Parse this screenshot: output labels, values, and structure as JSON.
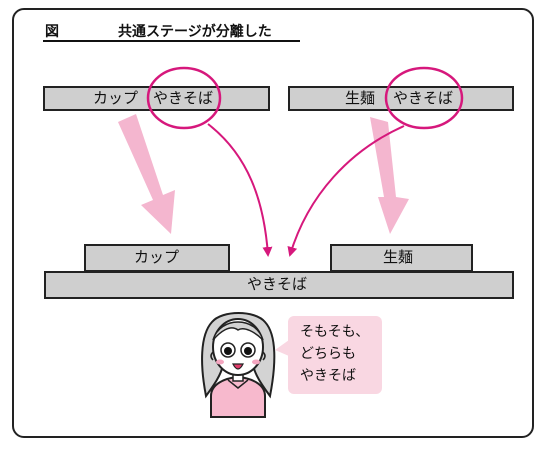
{
  "figure": {
    "label": "図",
    "title": "共通ステージが分離した"
  },
  "top_left": {
    "part1": "カップ",
    "part2": "やきそば"
  },
  "top_right": {
    "part1": "生麺",
    "part2": "やきそば"
  },
  "bottom": {
    "left_block": "カップ",
    "right_block": "生麺",
    "base": "やきそば"
  },
  "speech": {
    "lines": [
      "そもそも、",
      "どちらも",
      "やきそば"
    ]
  },
  "colors": {
    "bar_fill": "#cfcfcf",
    "accent_magenta": "#d6187c",
    "arrow_pink": "#f4b6cf",
    "bubble_fill": "#f9d7e2"
  }
}
